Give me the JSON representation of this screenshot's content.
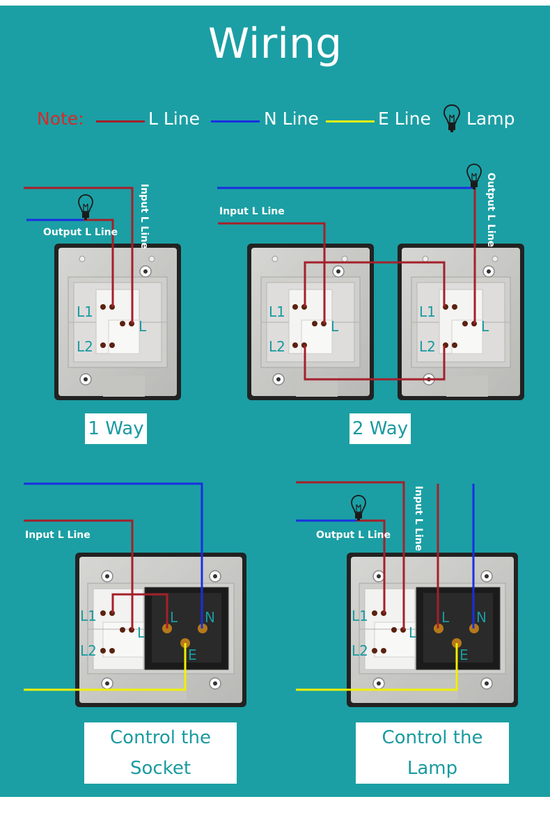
{
  "title": "Wiring",
  "legend": {
    "note": "Note:",
    "l_line": "L Line",
    "n_line": "N Line",
    "e_line": "E Line",
    "lamp": "Lamp"
  },
  "colors": {
    "background": "#1b9fa4",
    "l_line": "#a4202a",
    "n_line": "#1a2fe0",
    "e_line": "#f0f000",
    "note": "#d62a2a",
    "box_text": "#1a9aa0"
  },
  "icons": [
    "lamp-icon"
  ],
  "diagrams": {
    "one_way": {
      "caption": "1 Way",
      "input_label": "Input L Line",
      "output_label": "Output L Line",
      "terminals": [
        "L1",
        "L2",
        "L"
      ]
    },
    "two_way": {
      "caption": "2 Way",
      "input_label": "Input L Line",
      "output_label": "Output L Line",
      "terminals": [
        "L1",
        "L2",
        "L"
      ]
    },
    "control_socket": {
      "caption": "Control the Socket",
      "input_label": "Input L Line",
      "terminals": [
        "L1",
        "L2",
        "L",
        "L",
        "N",
        "E"
      ]
    },
    "control_lamp": {
      "caption": "Control the Lamp",
      "input_label": "Input L Line",
      "output_label": "Output L Line",
      "terminals": [
        "L1",
        "L2",
        "L",
        "L",
        "N",
        "E"
      ]
    }
  }
}
